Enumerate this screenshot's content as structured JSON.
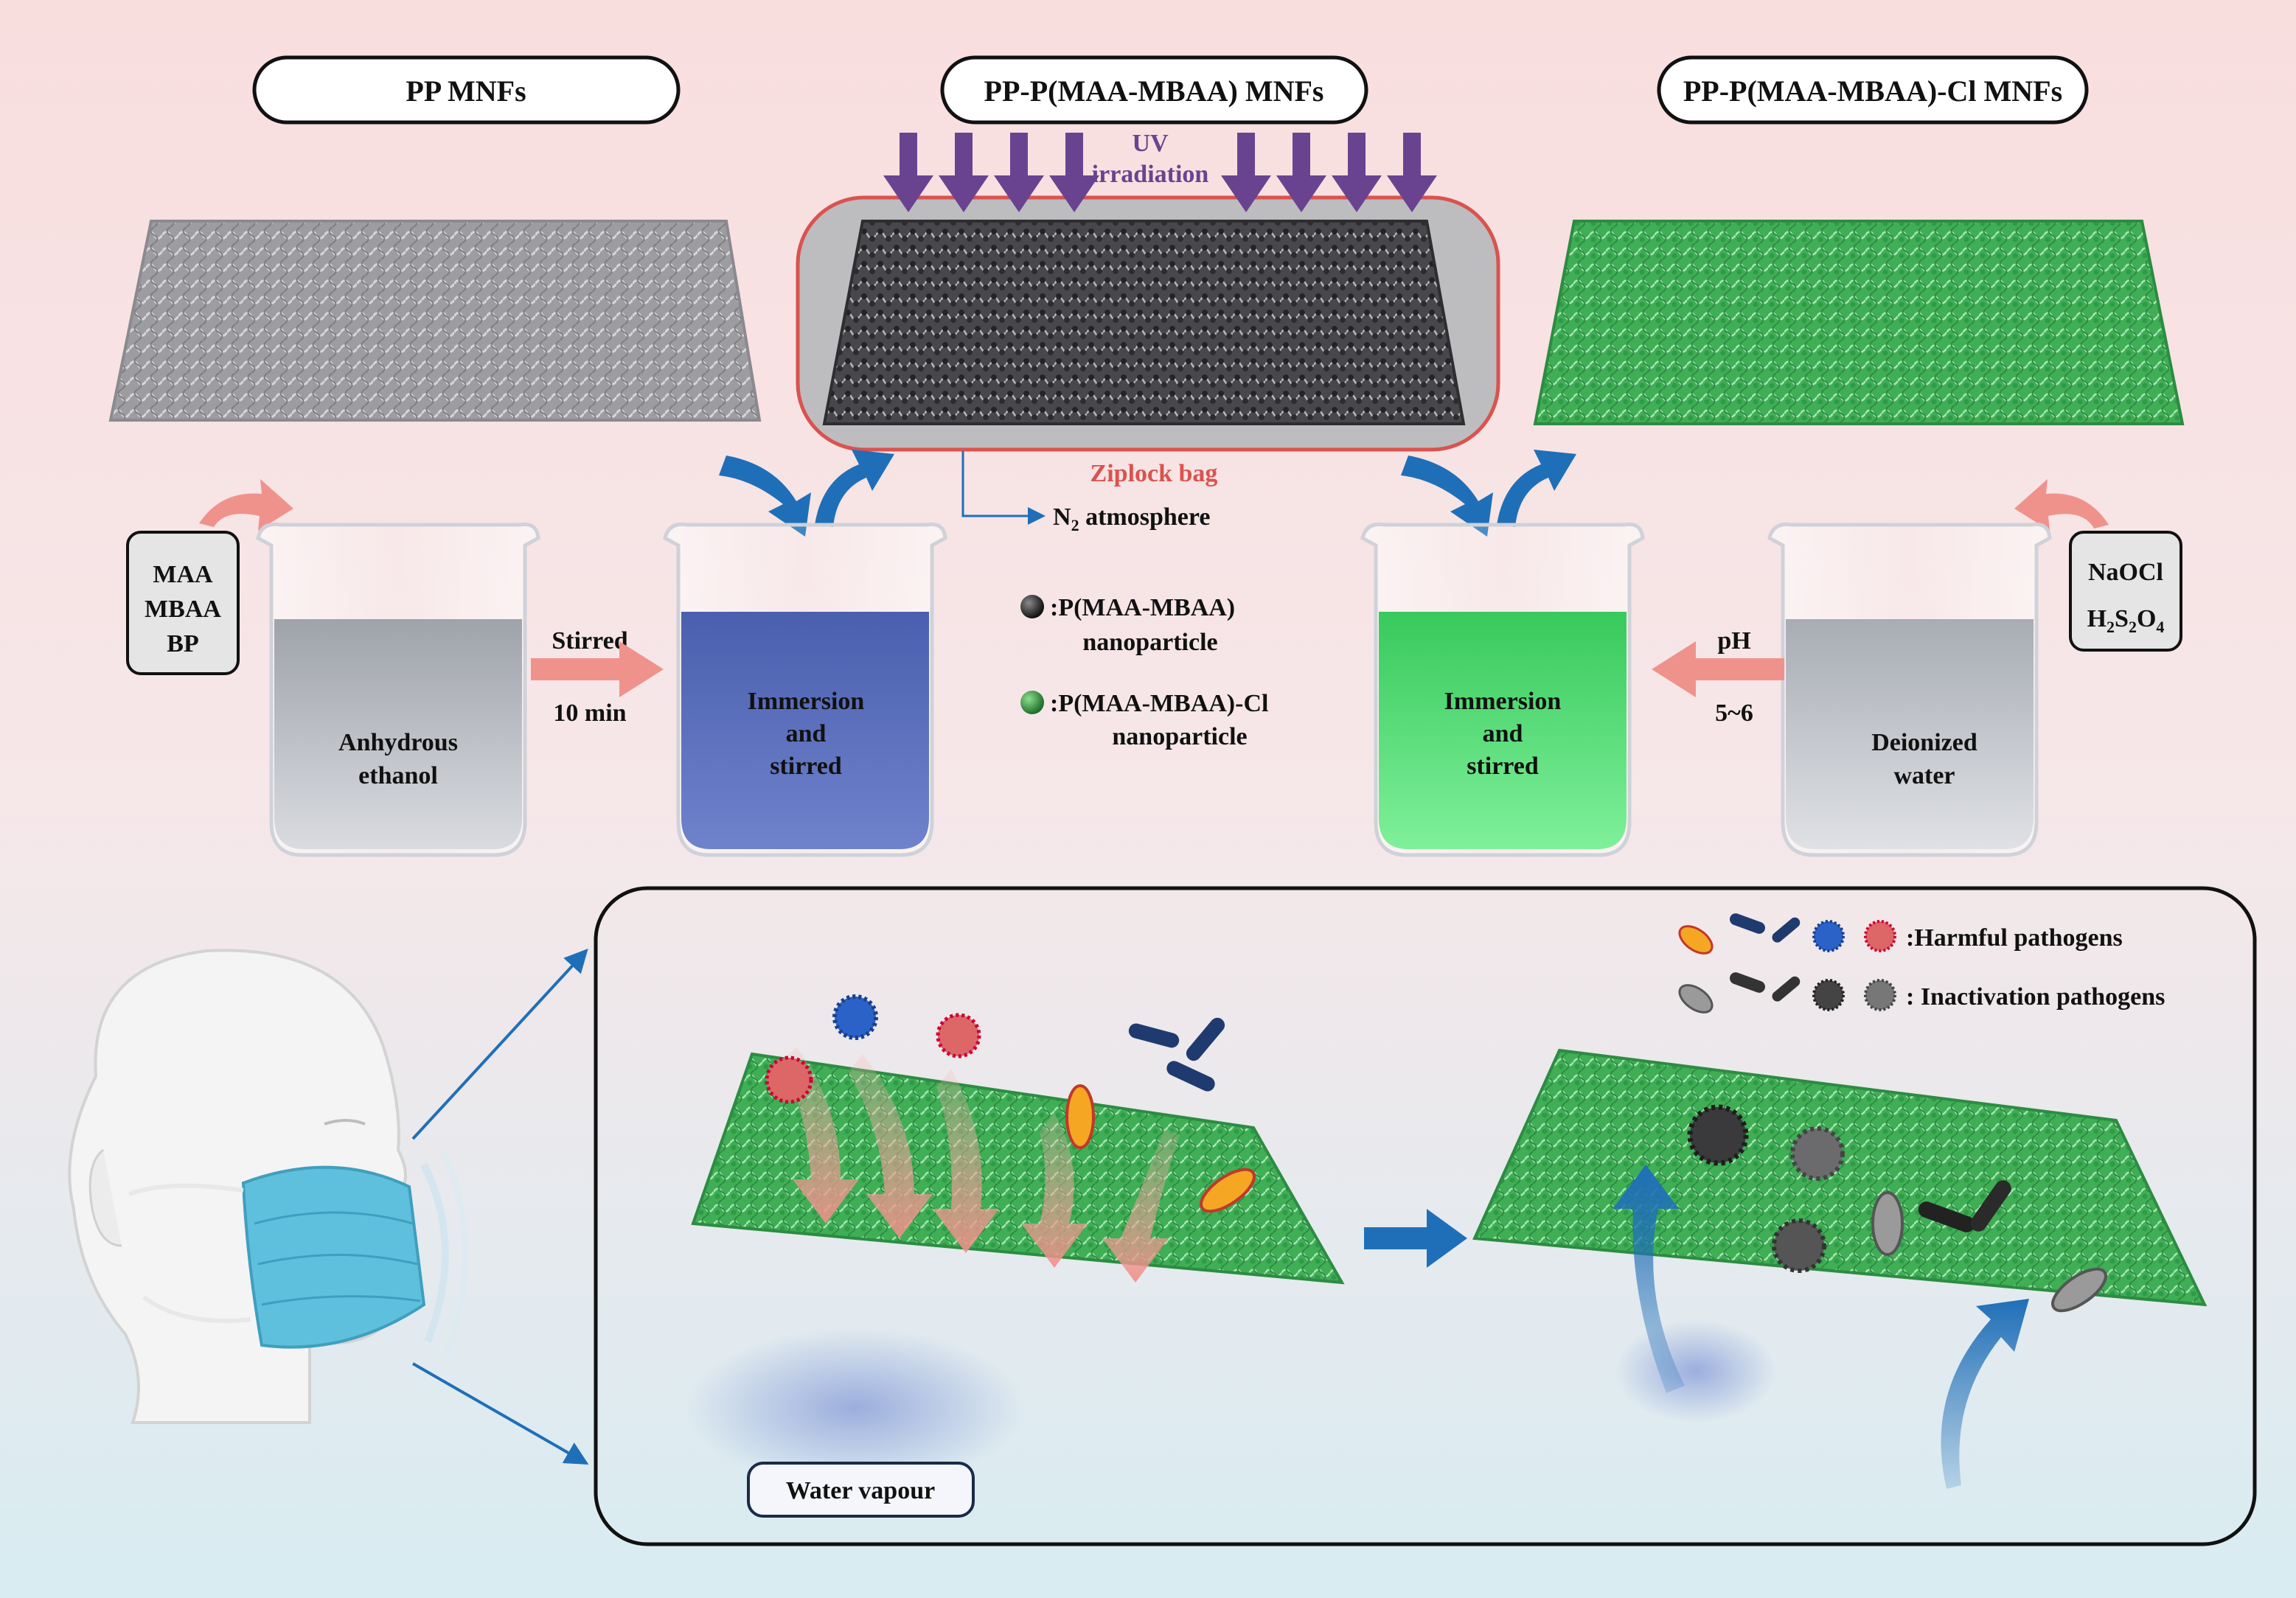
{
  "colors": {
    "bg_top": "#f9dede",
    "bg_bottom": "#d8ecf2",
    "pp_grey": "#a9a9ad",
    "grafted_dark": "#3b3b3d",
    "chlorinated_green": "#3fbf5a",
    "uv_purple": "#6a4390",
    "bag_red": "#d9534f",
    "flow_pink": "#f0928c",
    "arrow_blue": "#1f6fb8",
    "ethanol_liquid": "#b9bcc3",
    "monomer_liquid": "#4d63b6",
    "green_liquid": "#42d86a",
    "water_liquid": "#c4c8cf",
    "mask_blue": "#5ec0dc"
  },
  "labels": {
    "pp": "PP MNFs",
    "grafted": "PP-P(MAA-MBAA) MNFs",
    "chlorinated": "PP-P(MAA-MBAA)-Cl MNFs"
  },
  "uv": {
    "line1": "UV",
    "line2": "irradiation"
  },
  "ziplock": "Ziplock bag",
  "n2": {
    "n": "N",
    "sub": "2",
    "rest": " atmosphere"
  },
  "reagents_left": [
    "MAA",
    "MBAA",
    "BP"
  ],
  "reagents_right": {
    "line1": "NaOCl",
    "line2": [
      {
        "t": "H",
        "sub": false
      },
      {
        "t": "2",
        "sub": true
      },
      {
        "t": "S",
        "sub": false
      },
      {
        "t": "2",
        "sub": true
      },
      {
        "t": "O",
        "sub": false
      },
      {
        "t": "4",
        "sub": true
      }
    ]
  },
  "beakers": {
    "b1": [
      "Anhydrous",
      "ethanol"
    ],
    "b2": [
      "Immersion",
      "and",
      "stirred"
    ],
    "b3": [
      "Immersion",
      "and",
      "stirred"
    ],
    "b4": [
      "Deionized",
      "water"
    ]
  },
  "stir": {
    "top": "Stirred",
    "bottom": "10 min"
  },
  "ph": {
    "top": "pH",
    "bottom": "5~6"
  },
  "legend_particles": {
    "p1": [
      ":P(MAA-MBAA)",
      "nanoparticle"
    ],
    "p2": [
      ":P(MAA-MBAA)-Cl",
      "nanoparticle"
    ]
  },
  "pathogen_legend": {
    "harmful": ":Harmful pathogens",
    "inactivation": ": Inactivation pathogens"
  },
  "water_vapour": "Water vapour"
}
